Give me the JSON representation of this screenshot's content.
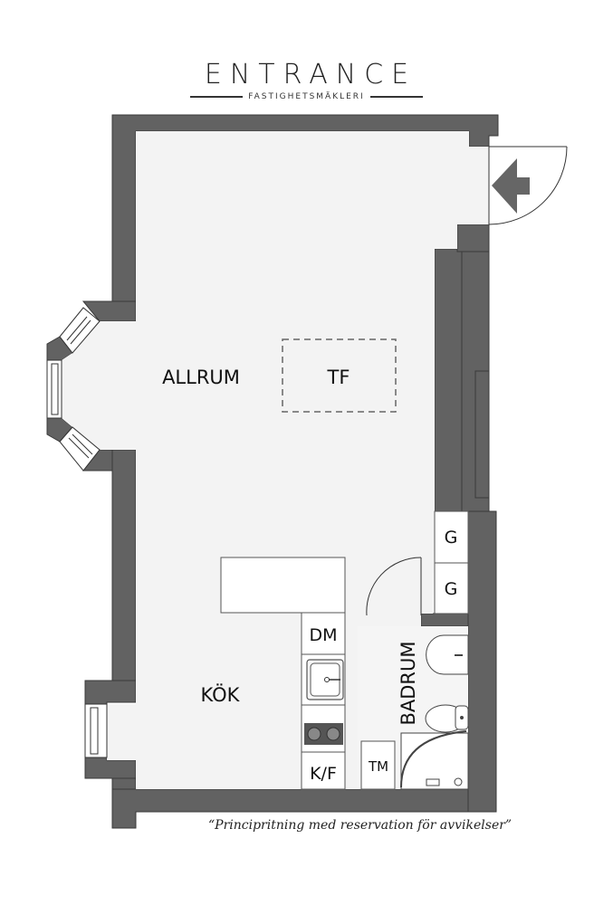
{
  "brand": {
    "name": "ENTRANCE",
    "subtitle": "FASTIGHETSMÄKLERI"
  },
  "rooms": {
    "allrum": "ALLRUM",
    "tf": "TF",
    "kok": "KÖK",
    "badrum": "BADRUM"
  },
  "fixtures": {
    "g1": "G",
    "g2": "G",
    "dm": "DM",
    "kf": "K/F",
    "tm": "TM"
  },
  "disclaimer": "“Principritning med reservation för avvikelser”",
  "colors": {
    "wall": "#626262",
    "floor": "#f3f3f3",
    "fixture": "#ffffff",
    "line": "#333333"
  }
}
